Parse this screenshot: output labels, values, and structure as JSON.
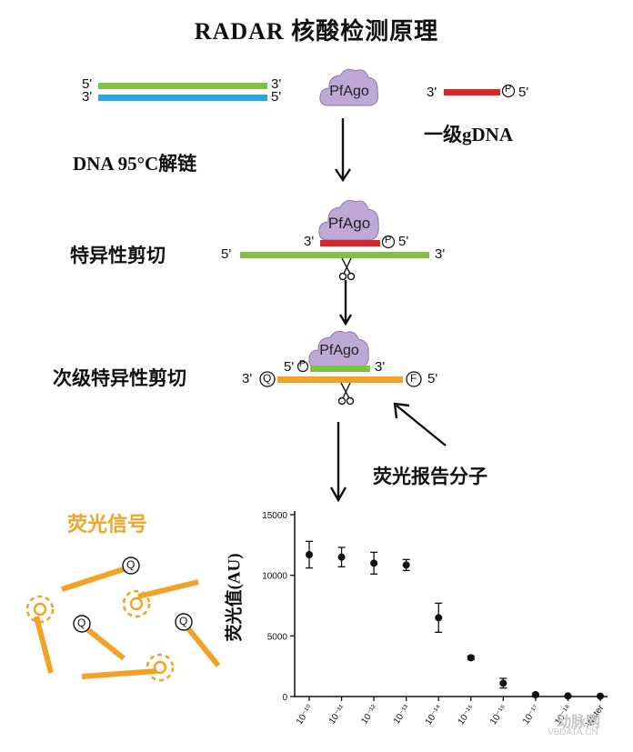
{
  "title": "RADAR 核酸检测原理",
  "labels": {
    "dna_melt": "DNA 95°C解链",
    "primary_gdna": "一级gDNA",
    "specific_cut": "特异性剪切",
    "secondary_cut": "次级特异性剪切",
    "reporter": "荧光报告分子",
    "signal": "荧光信号",
    "enzyme": "PfAgo"
  },
  "ends": {
    "p3": "3'",
    "p5": "5'",
    "phos": "P",
    "quencher": "Q",
    "fluor": "F"
  },
  "watermark": {
    "text": "动脉网",
    "sub": "VBDATA.CN"
  },
  "colors": {
    "green": "#7dc242",
    "blue": "#2aa7e0",
    "red": "#d9262a",
    "orange": "#f2a227",
    "purple": "#c0a8d6"
  },
  "chart_data": {
    "type": "scatter",
    "ylabel": "荧光值(AU)",
    "ylim": [
      0,
      15000
    ],
    "yticks": [
      "0",
      "5000",
      "10000",
      "15000"
    ],
    "categories": [
      "10⁻¹⁰",
      "10⁻¹¹",
      "10⁻¹²",
      "10⁻¹³",
      "10⁻¹⁴",
      "10⁻¹⁵",
      "10⁻¹⁶",
      "10⁻¹⁷",
      "10⁻¹⁸",
      "Water"
    ],
    "values": [
      11700,
      11500,
      11000,
      10850,
      6500,
      3200,
      1100,
      150,
      50,
      30
    ],
    "errors": [
      1100,
      800,
      900,
      450,
      1200,
      150,
      400,
      80,
      40,
      30
    ]
  }
}
